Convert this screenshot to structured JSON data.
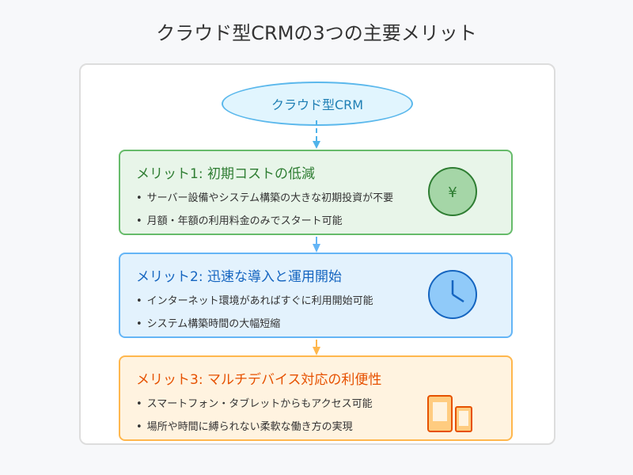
{
  "title": "クラウド型CRMの3つの主要メリット",
  "center_node": {
    "label": "クラウド型CRM"
  },
  "cards": [
    {
      "heading": "メリット1: 初期コストの低減",
      "bullets": [
        "サーバー設備やシステム構築の大きな初期投資が不要",
        "月額・年額の利用料金のみでスタート可能"
      ],
      "icon": "yen-coin-icon",
      "icon_glyph": "¥",
      "colors": {
        "border": "#66bb6a",
        "bg": "#e8f5e9",
        "heading": "#2e7d32",
        "icon_fill": "#a5d6a7",
        "icon_stroke": "#2e7d32"
      }
    },
    {
      "heading": "メリット2: 迅速な導入と運用開始",
      "bullets": [
        "インターネット環境があればすぐに利用開始可能",
        "システム構築時間の大幅短縮"
      ],
      "icon": "clock-icon",
      "colors": {
        "border": "#64b5f6",
        "bg": "#e3f2fd",
        "heading": "#1565c0",
        "icon_fill": "#90caf9",
        "icon_stroke": "#1565c0"
      }
    },
    {
      "heading": "メリット3: マルチデバイス対応の利便性",
      "bullets": [
        "スマートフォン・タブレットからもアクセス可能",
        "場所や時間に縛られない柔軟な働き方の実現"
      ],
      "icon": "devices-icon",
      "colors": {
        "border": "#ffb74d",
        "bg": "#fff3e0",
        "heading": "#e65100",
        "icon_fill": "#ffcc80",
        "icon_stroke": "#e65100"
      }
    }
  ],
  "bullet_char": "•"
}
